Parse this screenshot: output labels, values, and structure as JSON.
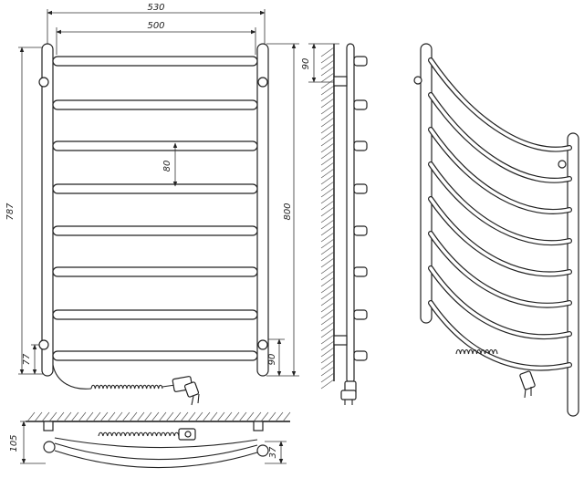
{
  "dimensions": {
    "overall_width": "530",
    "inner_width": "500",
    "rung_pitch": "80",
    "overall_height": "787",
    "post_height": "800",
    "bottom_offset_left": "77",
    "bottom_offset_right": "90",
    "side_top_offset": "90",
    "depth": "105",
    "bottom_depth": "37"
  }
}
